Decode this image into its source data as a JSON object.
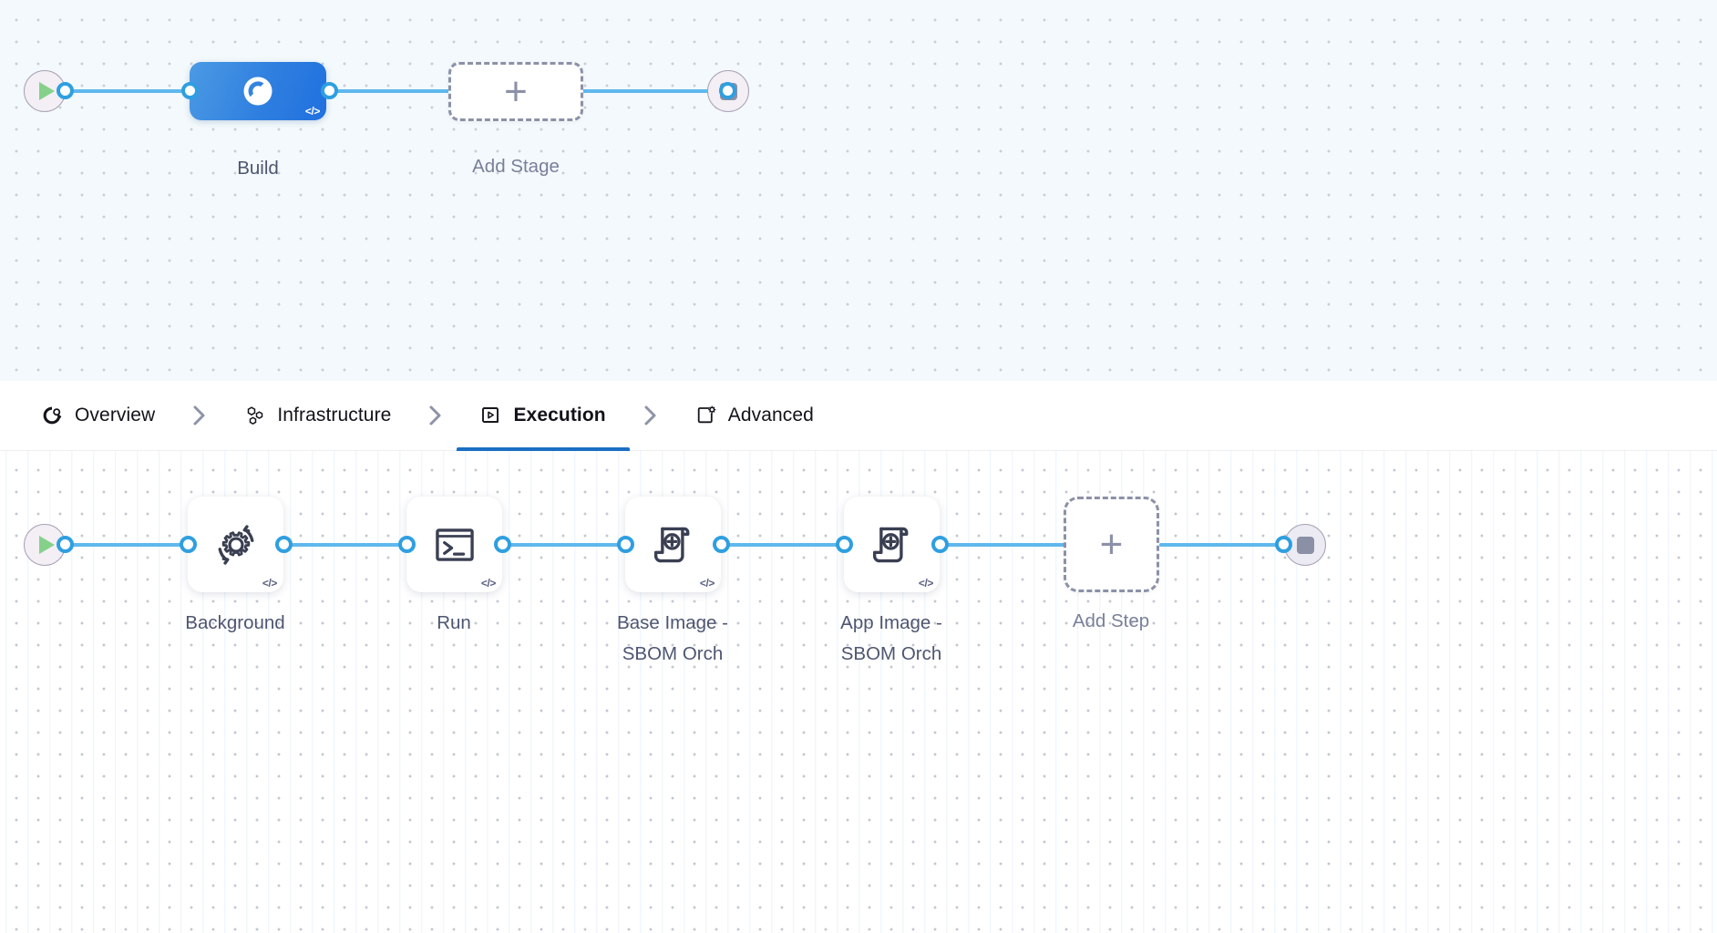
{
  "stage_graph": {
    "start_node": {
      "name": "pipeline-start",
      "icon": "play-icon"
    },
    "end_node": {
      "name": "pipeline-end",
      "icon": "stop-icon"
    },
    "stages": [
      {
        "label": "Build",
        "icon": "ci-build-icon",
        "badge": "</>",
        "selected": true
      }
    ],
    "add_stage": {
      "label": "Add Stage",
      "icon": "plus-icon"
    }
  },
  "tabs": {
    "items": [
      {
        "label": "Overview",
        "icon": "ci-overview-icon",
        "active": false
      },
      {
        "label": "Infrastructure",
        "icon": "hexagon-cluster-icon",
        "active": false
      },
      {
        "label": "Execution",
        "icon": "play-box-icon",
        "active": true
      },
      {
        "label": "Advanced",
        "icon": "settings-page-icon",
        "active": false
      }
    ],
    "separator_icon": "chevron-right-icon",
    "active_underline_color": "#1b6ec2"
  },
  "step_graph": {
    "start_node": {
      "name": "execution-start",
      "icon": "play-icon"
    },
    "end_node": {
      "name": "execution-end",
      "icon": "stop-icon"
    },
    "steps": [
      {
        "label": "Background",
        "icon": "gear-refresh-icon",
        "badge": "</>"
      },
      {
        "label": "Run",
        "icon": "terminal-icon",
        "badge": "</>"
      },
      {
        "label": "Base Image -\nSBOM Orch",
        "icon": "scroll-plus-icon",
        "badge": "</>"
      },
      {
        "label": "App Image -\nSBOM Orch",
        "icon": "scroll-plus-icon",
        "badge": "</>"
      }
    ],
    "add_step": {
      "label": "Add Step",
      "icon": "plus-icon"
    }
  },
  "colors": {
    "connector": "#5fb8ed",
    "port_ring": "#2f9fe0",
    "stage_selected": "#2f7fe0",
    "label_text": "#4e5570",
    "canvas_top_bg": "#f3f9fc",
    "canvas_bottom_bg": "#ffffff"
  }
}
